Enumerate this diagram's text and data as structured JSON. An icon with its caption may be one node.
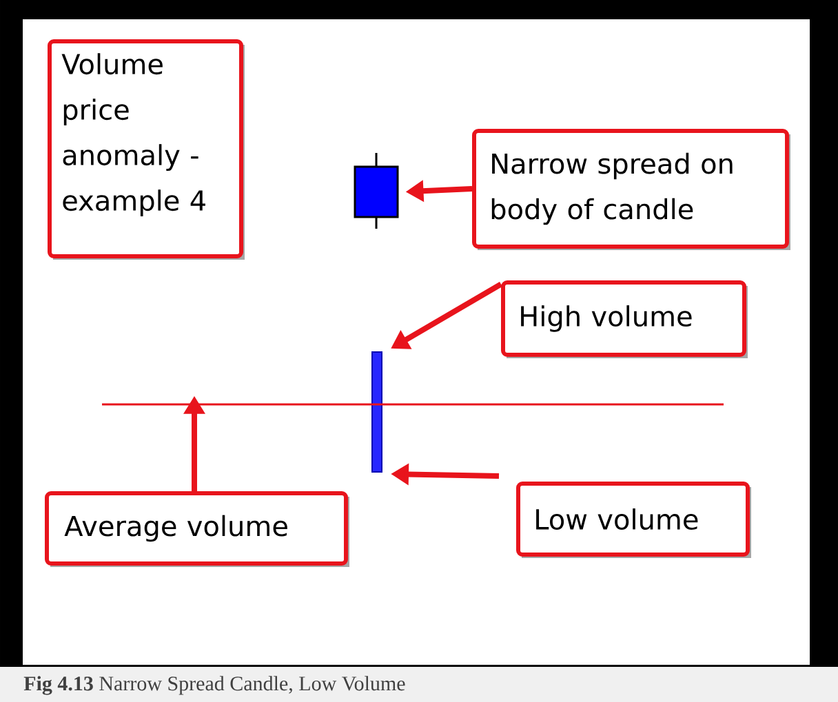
{
  "diagram": {
    "caption": "**Fig 4.13** Narrow Spread Candle, Low Volume",
    "nodes": [
      {
        "text": [
          "Volume price anomaly - example 4"
        ]
      },
      {
        "text": [],
        "shape": "candle"
      },
      {
        "text": [
          "Narrow spread on body of candle"
        ]
      },
      {
        "text": [
          "High volume"
        ]
      },
      {
        "text": [],
        "shape": "bar"
      },
      {
        "text": [],
        "shape": "line"
      },
      {
        "text": [
          "Average volume"
        ]
      },
      {
        "text": [
          "Low volume"
        ]
      }
    ],
    "edges": [
      {
        "from": 2,
        "to": 1,
        "arrow": "to"
      },
      {
        "from": 3,
        "to": 4,
        "arrow": "to"
      },
      {
        "from": 7,
        "to": 4,
        "arrow": "to"
      },
      {
        "from": 6,
        "to": 5,
        "arrow": "to"
      }
    ]
  }
}
